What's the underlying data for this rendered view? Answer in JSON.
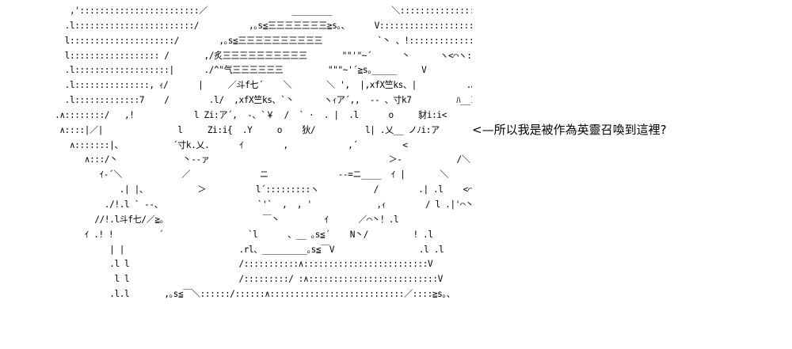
{
  "art_lines": [
    "       ,'::::::::::::::::::::::::／                 ________            ＼::::::::::::::::::::::::::V",
    "      .l::::::::::::::::::::::::/          ,｡s≦三三三三三三三≧s｡、     V:::::::::::::::::::::::::V",
    "      l:::::::::::::::::::::/        ,｡s≦三三三三三三三三三三           `丶 、!:::::::::::::::::::::::::::V",
    "      l:::::::::::::::::: /       ,/炙三三三三三三三三三三       \"\"'\"~´      丶      ヽ<⌒ヽ::::::::::::::::|",
    "      .l:::::::::::::::::::|      ./^\"气三三三三三三         \"\"\"~'´≧s｡_____     V          ﾊ    /´::::::::::::::!",
    "      .l:::::::::::::::, ｨ/      |     ／斗f七´    ＼       ＼ ',  |,xfX竺ks、|          .ﾊ＼::::::::::::::|",
    "      .l:::::::::::::7    /        .l/  ,xfX竺ks、`丶      ヽｨア´,,  -- 、寸k7         ﾊ__＞:::::: l",
    "    .∧::::::::/   ,!            l Zi:ア´,  -、`￥  /  ` ·  . |  .l      o     豺i:i<          l   丶、::::::::,!",
    "     ∧::::|／|               l     Zi:i{  .Y     o    狄/          l| .乂__ ノﾉi:ア            ｲ＼,!::::::::/",
    "       ∧:::::::|、          ´寸k.乂.      ｲ        ,            ,´         <             ｲ /::::::::: /",
    "          ∧:::/丶             丶--ァ                                    ＞-           /＼:/",
    "             ｲ-´＼            ／              ニ              --=ニ____  ｲ |       ＼",
    "                 .| |、          ＞          l´:::::::::ヽ           /        .| .l    <⌒丶",
    "              ./!.l ` --、                   `'`  ,  , '             ,ｨ        / l .|'⌒丶",
    "            //!.l斗f七/／≧。                   ￣丶         ｲ      ／⌒丶！.l",
    "          ｲ .! !         ´                 `l      、__ ｡s≦´    N丶/         ! .l",
    "               | |                       .rl、_________｡s≦￣V                 .l .l",
    "               .l l                      /:::::::::::∧:::::::::::::::::::::::::V                 ,! l",
    "                l l                      /:::::::::/ :∧::::::::::::::::::::::::::V                 ,!.l",
    "               .l.l       ,｡s≦￣＼::::::/::::::∧:::::::::::::::::::::::::::／::::≧s｡、"
  ],
  "caption": "<—所以我是被作為英靈召喚到這裡?"
}
